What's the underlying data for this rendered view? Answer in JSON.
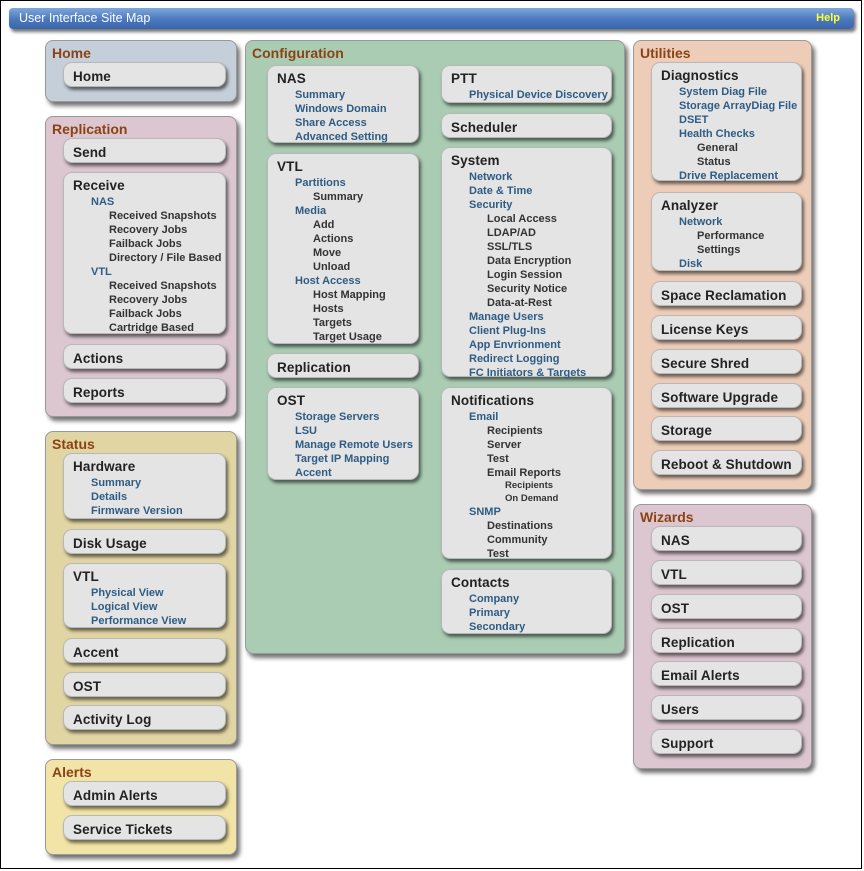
{
  "header": {
    "title": "User Interface Site Map",
    "help": "Help"
  },
  "groups": {
    "home": "Home",
    "replication": "Replication",
    "status": "Status",
    "alerts": "Alerts",
    "configuration": "Configuration",
    "utilities": "Utilities",
    "wizards": "Wizards"
  },
  "colors": {
    "home": "#c5cfda",
    "replication": "#dcc6cf",
    "status": "#e2d5a4",
    "alerts": "#f2e3a6",
    "configuration": "#a9ccb3",
    "utilities": "#eecdb8",
    "wizards": "#dcc6cf",
    "title_text": "#8b4316",
    "link": "#2e5c84"
  },
  "cards": [
    {
      "id": "home",
      "title": "Home"
    },
    {
      "id": "send",
      "title": "Send"
    },
    {
      "id": "receive",
      "title": "Receive",
      "items": [
        {
          "t": "NAS",
          "l": 1
        },
        {
          "t": "Received Snapshots",
          "l": 2
        },
        {
          "t": "Recovery Jobs",
          "l": 2
        },
        {
          "t": "Failback Jobs",
          "l": 2
        },
        {
          "t": "Directory / File Based",
          "l": 2
        },
        {
          "t": "VTL",
          "l": 1
        },
        {
          "t": "Received Snapshots",
          "l": 2
        },
        {
          "t": "Recovery Jobs",
          "l": 2
        },
        {
          "t": "Failback Jobs",
          "l": 2
        },
        {
          "t": "Cartridge Based",
          "l": 2
        }
      ]
    },
    {
      "id": "repl-actions",
      "title": "Actions"
    },
    {
      "id": "repl-reports",
      "title": "Reports"
    },
    {
      "id": "hardware",
      "title": "Hardware",
      "items": [
        {
          "t": "Summary",
          "l": 1
        },
        {
          "t": "Details",
          "l": 1
        },
        {
          "t": "Firmware Version",
          "l": 1
        }
      ]
    },
    {
      "id": "disk-usage",
      "title": "Disk Usage"
    },
    {
      "id": "status-vtl",
      "title": "VTL",
      "items": [
        {
          "t": "Physical View",
          "l": 1
        },
        {
          "t": "Logical View",
          "l": 1
        },
        {
          "t": "Performance View",
          "l": 1
        }
      ]
    },
    {
      "id": "status-accent",
      "title": "Accent"
    },
    {
      "id": "status-ost",
      "title": "OST"
    },
    {
      "id": "activity-log",
      "title": "Activity Log"
    },
    {
      "id": "admin-alerts",
      "title": "Admin Alerts"
    },
    {
      "id": "service-tickets",
      "title": "Service Tickets"
    },
    {
      "id": "config-nas",
      "title": "NAS",
      "items": [
        {
          "t": "Summary",
          "l": 1
        },
        {
          "t": "Windows Domain",
          "l": 1
        },
        {
          "t": "Share Access",
          "l": 1
        },
        {
          "t": "Advanced Setting",
          "l": 1
        }
      ]
    },
    {
      "id": "config-vtl",
      "title": "VTL",
      "items": [
        {
          "t": "Partitions",
          "l": 1
        },
        {
          "t": "Summary",
          "l": 2
        },
        {
          "t": "Media",
          "l": 1
        },
        {
          "t": "Add",
          "l": 2
        },
        {
          "t": "Actions",
          "l": 2
        },
        {
          "t": "Move",
          "l": 2
        },
        {
          "t": "Unload",
          "l": 2
        },
        {
          "t": "Host Access",
          "l": 1
        },
        {
          "t": "Host Mapping",
          "l": 2
        },
        {
          "t": "Hosts",
          "l": 2
        },
        {
          "t": "Targets",
          "l": 2
        },
        {
          "t": "Target Usage",
          "l": 2
        }
      ]
    },
    {
      "id": "config-replication",
      "title": "Replication"
    },
    {
      "id": "config-ost",
      "title": "OST",
      "items": [
        {
          "t": "Storage Servers",
          "l": 1
        },
        {
          "t": "LSU",
          "l": 1
        },
        {
          "t": "Manage Remote Users",
          "l": 1
        },
        {
          "t": "Target IP Mapping",
          "l": 1
        },
        {
          "t": "Accent",
          "l": 1
        }
      ]
    },
    {
      "id": "ptt",
      "title": "PTT",
      "items": [
        {
          "t": "Physical Device Discovery",
          "l": 1
        }
      ]
    },
    {
      "id": "scheduler",
      "title": "Scheduler"
    },
    {
      "id": "system",
      "title": "System",
      "items": [
        {
          "t": "Network",
          "l": 1
        },
        {
          "t": "Date & Time",
          "l": 1
        },
        {
          "t": "Security",
          "l": 1
        },
        {
          "t": "Local Access",
          "l": 2
        },
        {
          "t": "LDAP/AD",
          "l": 2
        },
        {
          "t": "SSL/TLS",
          "l": 2
        },
        {
          "t": "Data Encryption",
          "l": 2
        },
        {
          "t": "Login Session",
          "l": 2
        },
        {
          "t": "Security Notice",
          "l": 2
        },
        {
          "t": "Data-at-Rest",
          "l": 2
        },
        {
          "t": "Manage Users",
          "l": 1
        },
        {
          "t": "Client Plug-Ins",
          "l": 1
        },
        {
          "t": "App Envrionment",
          "l": 1
        },
        {
          "t": "Redirect Logging",
          "l": 1
        },
        {
          "t": "FC Initiators & Targets",
          "l": 1
        }
      ]
    },
    {
      "id": "notifications",
      "title": "Notifications",
      "items": [
        {
          "t": "Email",
          "l": 1
        },
        {
          "t": "Recipients",
          "l": 2
        },
        {
          "t": "Server",
          "l": 2
        },
        {
          "t": "Test",
          "l": 2
        },
        {
          "t": "Email Reports",
          "l": 2
        },
        {
          "t": "Recipients",
          "l": 3
        },
        {
          "t": "On Demand",
          "l": 3
        },
        {
          "t": "SNMP",
          "l": 1
        },
        {
          "t": "Destinations",
          "l": 2
        },
        {
          "t": "Community",
          "l": 2
        },
        {
          "t": "Test",
          "l": 2
        }
      ]
    },
    {
      "id": "contacts",
      "title": "Contacts",
      "items": [
        {
          "t": "Company",
          "l": 1
        },
        {
          "t": "Primary",
          "l": 1
        },
        {
          "t": "Secondary",
          "l": 1
        }
      ]
    },
    {
      "id": "diagnostics",
      "title": "Diagnostics",
      "items": [
        {
          "t": "System Diag File",
          "l": 1
        },
        {
          "t": "Storage ArrayDiag File",
          "l": 1
        },
        {
          "t": "DSET",
          "l": 1
        },
        {
          "t": "Health Checks",
          "l": 1
        },
        {
          "t": "General",
          "l": 2
        },
        {
          "t": "Status",
          "l": 2
        },
        {
          "t": "Drive Replacement",
          "l": 1
        }
      ]
    },
    {
      "id": "analyzer",
      "title": "Analyzer",
      "items": [
        {
          "t": "Network",
          "l": 1
        },
        {
          "t": "Performance",
          "l": 2
        },
        {
          "t": "Settings",
          "l": 2
        },
        {
          "t": "Disk",
          "l": 1
        }
      ]
    },
    {
      "id": "space-reclamation",
      "title": "Space Reclamation"
    },
    {
      "id": "license-keys",
      "title": "License Keys"
    },
    {
      "id": "secure-shred",
      "title": "Secure Shred"
    },
    {
      "id": "software-upgrade",
      "title": "Software Upgrade"
    },
    {
      "id": "storage",
      "title": "Storage"
    },
    {
      "id": "reboot-shutdown",
      "title": "Reboot & Shutdown"
    },
    {
      "id": "wiz-nas",
      "title": "NAS"
    },
    {
      "id": "wiz-vtl",
      "title": "VTL"
    },
    {
      "id": "wiz-ost",
      "title": "OST"
    },
    {
      "id": "wiz-replication",
      "title": "Replication"
    },
    {
      "id": "wiz-email-alerts",
      "title": "Email Alerts"
    },
    {
      "id": "wiz-users",
      "title": "Users"
    },
    {
      "id": "wiz-support",
      "title": "Support"
    }
  ]
}
